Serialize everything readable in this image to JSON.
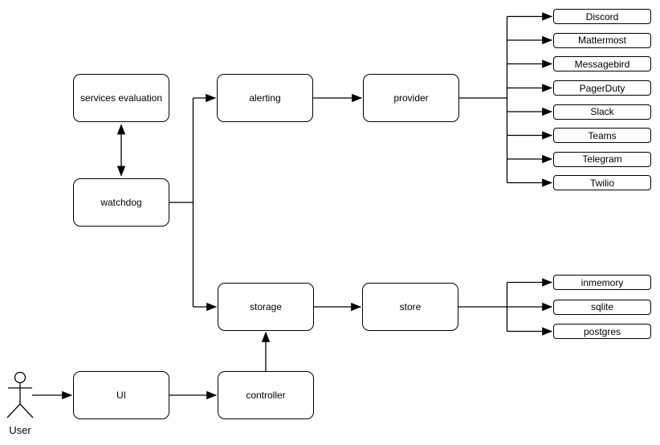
{
  "diagram": {
    "nodes": {
      "services_evaluation": "services evaluation",
      "watchdog": "watchdog",
      "alerting": "alerting",
      "provider": "provider",
      "storage": "storage",
      "store": "store",
      "ui": "UI",
      "controller": "controller"
    },
    "providers": [
      "Discord",
      "Mattermost",
      "Messagebird",
      "PagerDuty",
      "Slack",
      "Teams",
      "Telegram",
      "Twilio"
    ],
    "stores": [
      "inmemory",
      "sqlite",
      "postgres"
    ],
    "actor": {
      "label": "User"
    },
    "colors": {
      "stroke": "#000000",
      "fill": "#ffffff",
      "background": "#ffffff",
      "text": "#000000"
    }
  }
}
